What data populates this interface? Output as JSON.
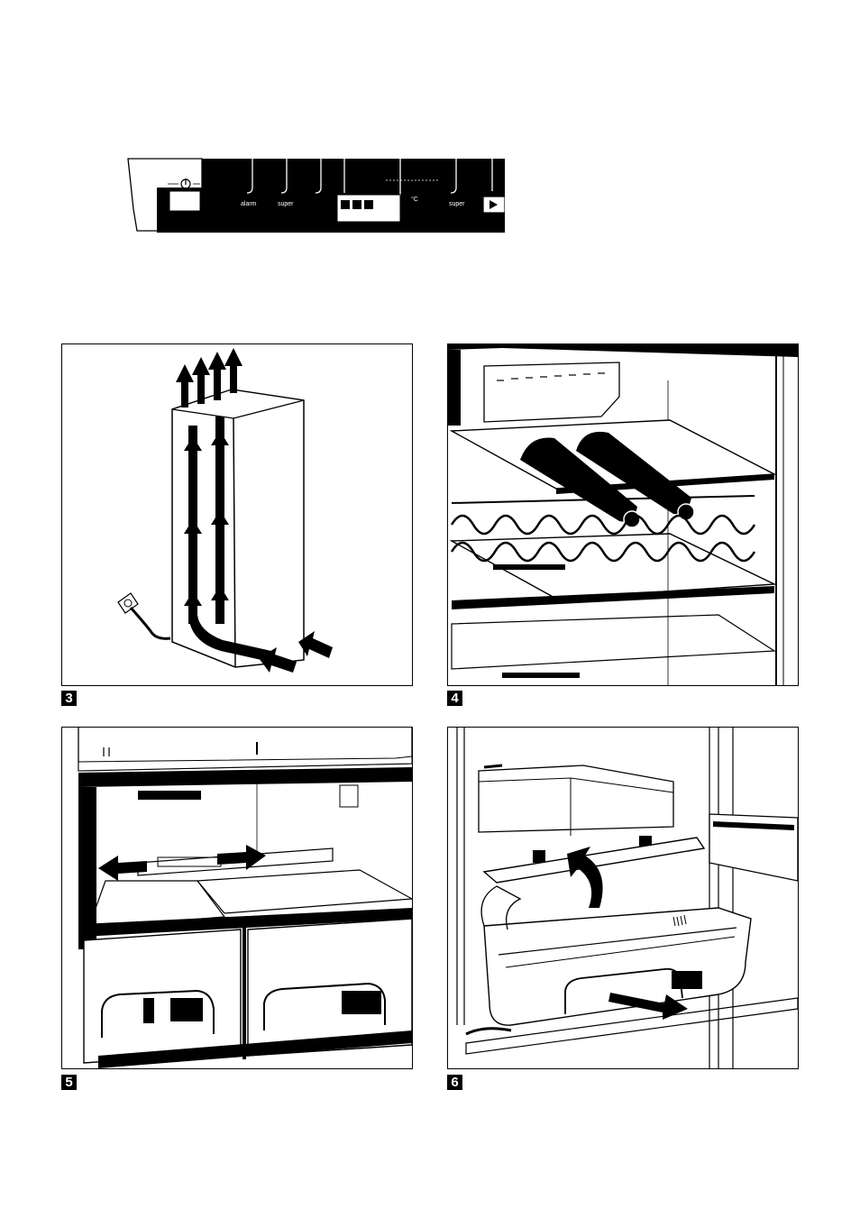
{
  "control_panel": {
    "labels": {
      "alarm": "alarm",
      "super_left": "super",
      "super_right": "super",
      "unit": "°C"
    }
  },
  "figures": [
    {
      "number": "3",
      "icon": "airflow-ventilation-illustration"
    },
    {
      "number": "4",
      "icon": "wine-bottle-rack-illustration"
    },
    {
      "number": "5",
      "icon": "drawer-divider-illustration"
    },
    {
      "number": "6",
      "icon": "crisper-drawer-removal-illustration"
    }
  ]
}
